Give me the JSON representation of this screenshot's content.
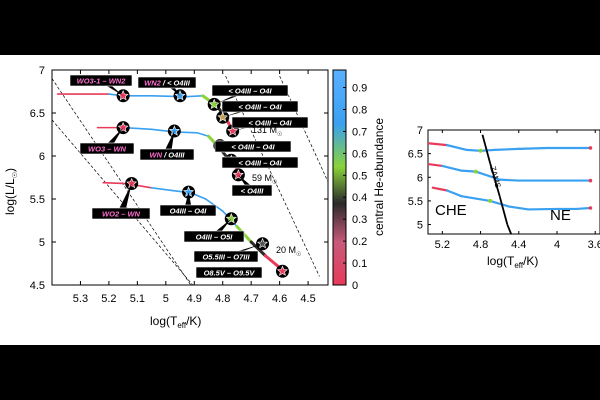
{
  "chart_data": [
    {
      "type": "line",
      "xlabel": "log(T",
      "xlabel_sub": "eff",
      "xlabel_tail": "/K)",
      "ylabel": "log(L/L",
      "ylabel_tail": ")",
      "x_reversed": true,
      "xlim": [
        5.4,
        4.43
      ],
      "ylim": [
        4.5,
        7.0
      ],
      "xticks": [
        "5.3",
        "5.2",
        "5.1",
        "5",
        "4.9",
        "4.8",
        "4.7",
        "4.6",
        "4.5"
      ],
      "xtick_values": [
        5.3,
        5.2,
        5.1,
        5.0,
        4.9,
        4.8,
        4.7,
        4.6,
        4.5
      ],
      "yticks": [
        "4.5",
        "5",
        "5.5",
        "6",
        "6.5",
        "7"
      ],
      "ytick_values": [
        4.5,
        5.0,
        5.5,
        6.0,
        6.5,
        7.0
      ],
      "colorbar": {
        "label": "central He-abundance",
        "ticks": [
          "0",
          "0.1",
          "0.2",
          "0.3",
          "0.4",
          "0.5",
          "0.6",
          "0.7",
          "0.8",
          "0.9"
        ],
        "tick_values": [
          0,
          0.1,
          0.2,
          0.3,
          0.4,
          0.5,
          0.6,
          0.7,
          0.8,
          0.9
        ],
        "range": [
          0,
          0.98
        ],
        "colors": [
          "#e83a5a",
          "#c85a7a",
          "#2a2a2a",
          "#8ad33a",
          "#3aa0f0",
          "#5ab0ff"
        ]
      },
      "masses": [
        {
          "label": "131 M",
          "value": 131
        },
        {
          "label": "59 M",
          "value": 59
        },
        {
          "label": "20 M",
          "value": 20
        }
      ],
      "series": [
        {
          "points": [
            [
              5.38,
              6.72
            ],
            [
              5.2,
              6.72
            ],
            [
              5.15,
              6.7
            ],
            [
              5.05,
              6.7
            ],
            [
              4.93,
              6.69
            ],
            [
              4.87,
              6.7
            ],
            [
              4.82,
              6.58
            ],
            [
              4.79,
              6.45
            ],
            [
              4.77,
              6.32
            ],
            [
              4.755,
              6.26
            ]
          ]
        },
        {
          "points": [
            [
              5.24,
              6.33
            ],
            [
              5.15,
              6.33
            ],
            [
              5.05,
              6.31
            ],
            [
              4.97,
              6.28
            ],
            [
              4.89,
              6.27
            ],
            [
              4.85,
              6.23
            ],
            [
              4.81,
              6.09
            ],
            [
              4.77,
              5.92
            ],
            [
              4.745,
              5.84
            ],
            [
              4.73,
              5.78
            ]
          ]
        },
        {
          "points": [
            [
              5.22,
              5.69
            ],
            [
              5.14,
              5.68
            ],
            [
              5.05,
              5.63
            ],
            [
              4.98,
              5.6
            ],
            [
              4.91,
              5.57
            ],
            [
              4.86,
              5.5
            ],
            [
              4.8,
              5.36
            ],
            [
              4.75,
              5.18
            ],
            [
              4.7,
              5.0
            ],
            [
              4.65,
              4.84
            ],
            [
              4.61,
              4.73
            ],
            [
              4.585,
              4.66
            ]
          ]
        }
      ],
      "star_markers": [
        {
          "x": 5.15,
          "y": 6.7,
          "color": "#e83a5a"
        },
        {
          "x": 4.95,
          "y": 6.7,
          "color": "#3aa0f0"
        },
        {
          "x": 4.83,
          "y": 6.6,
          "color": "#8ad33a"
        },
        {
          "x": 4.8,
          "y": 6.45,
          "color": "#c8a050"
        },
        {
          "x": 4.765,
          "y": 6.29,
          "color": "#e83a5a"
        },
        {
          "x": 5.15,
          "y": 6.33,
          "color": "#e83a5a"
        },
        {
          "x": 4.97,
          "y": 6.29,
          "color": "#3aa0f0"
        },
        {
          "x": 4.81,
          "y": 6.12,
          "color": "#8ad33a"
        },
        {
          "x": 4.77,
          "y": 5.95,
          "color": "#555555"
        },
        {
          "x": 4.745,
          "y": 5.78,
          "color": "#e83a5a"
        },
        {
          "x": 5.12,
          "y": 5.68,
          "color": "#e83a5a"
        },
        {
          "x": 4.92,
          "y": 5.58,
          "color": "#3aa0f0"
        },
        {
          "x": 4.77,
          "y": 5.27,
          "color": "#8ad33a"
        },
        {
          "x": 4.66,
          "y": 4.98,
          "color": "#555555"
        },
        {
          "x": 4.59,
          "y": 4.66,
          "color": "#e83a5a"
        }
      ],
      "dashed_lines": [
        {
          "from": [
            5.4,
            6.9
          ],
          "to": [
            4.9,
            4.44
          ]
        },
        {
          "from": [
            5.4,
            6.42
          ],
          "to": [
            4.89,
            4.44
          ]
        },
        {
          "from": [
            4.79,
            6.93
          ],
          "to": [
            4.46,
            4.6
          ]
        },
        {
          "from": [
            4.6,
            6.93
          ],
          "to": [
            4.43,
            5.7
          ]
        }
      ],
      "annotations": [
        {
          "text": "WO3-1 – WN2",
          "style": "pink"
        },
        {
          "text": "WN2",
          "text2": " / < O4III",
          "style": "mixed"
        },
        {
          "text": "< O4III – O4I",
          "style": "white"
        },
        {
          "text": "< O4III – O4I",
          "style": "white"
        },
        {
          "text": "< O4III – O4I",
          "style": "white"
        },
        {
          "text": "WO3 – WN",
          "style": "pink"
        },
        {
          "text": "WN",
          "text2": " / O4III",
          "style": "mixed"
        },
        {
          "text": "< O4III – O4I",
          "style": "white"
        },
        {
          "text": "< O4III – O4I",
          "style": "white"
        },
        {
          "text": "< O4III",
          "style": "white"
        },
        {
          "text": "WO2 – WN",
          "style": "pink"
        },
        {
          "text": "O4III – O4I",
          "style": "white"
        },
        {
          "text": "O4III – O5I",
          "style": "white"
        },
        {
          "text": "O5.5III – O7III",
          "style": "white"
        },
        {
          "text": "O8.5V – O9.5V",
          "style": "white"
        }
      ]
    },
    {
      "type": "line",
      "xlabel": "log(T",
      "xlabel_sub": "eff",
      "xlabel_tail": "/K)",
      "x_reversed": true,
      "xlim": [
        5.35,
        3.55
      ],
      "ylim": [
        4.8,
        7.0
      ],
      "xticks": [
        "5.2",
        "4.8",
        "4.4",
        "4",
        "3.6"
      ],
      "xtick_values": [
        5.2,
        4.8,
        4.4,
        4.0,
        3.6
      ],
      "yticks": [
        "5",
        "5.5",
        "6",
        "6.5",
        "7"
      ],
      "ytick_values": [
        5.0,
        5.5,
        6.0,
        6.5,
        7.0
      ],
      "region_labels": [
        "CHE",
        "ZAMS",
        "NE"
      ],
      "series": [
        {
          "points": [
            [
              5.35,
              6.72
            ],
            [
              5.15,
              6.68
            ],
            [
              4.95,
              6.58
            ],
            [
              4.8,
              6.56
            ],
            [
              4.65,
              6.58
            ],
            [
              4.4,
              6.6
            ],
            [
              4.1,
              6.62
            ],
            [
              3.8,
              6.62
            ],
            [
              3.65,
              6.62
            ]
          ]
        },
        {
          "points": [
            [
              5.35,
              6.28
            ],
            [
              5.2,
              6.24
            ],
            [
              5.0,
              6.14
            ],
            [
              4.85,
              6.12
            ],
            [
              4.6,
              5.95
            ],
            [
              4.4,
              5.93
            ],
            [
              4.1,
              5.93
            ],
            [
              3.8,
              5.93
            ],
            [
              3.65,
              5.93
            ]
          ]
        },
        {
          "points": [
            [
              5.3,
              5.78
            ],
            [
              5.15,
              5.72
            ],
            [
              5.0,
              5.6
            ],
            [
              4.7,
              5.5
            ],
            [
              4.5,
              5.38
            ],
            [
              4.3,
              5.32
            ],
            [
              4.0,
              5.33
            ],
            [
              3.8,
              5.33
            ],
            [
              3.65,
              5.35
            ]
          ]
        }
      ],
      "zams": [
        [
          4.78,
          6.9
        ],
        [
          4.7,
          6.3
        ],
        [
          4.6,
          5.6
        ],
        [
          4.52,
          5.0
        ],
        [
          4.48,
          4.8
        ]
      ]
    }
  ]
}
